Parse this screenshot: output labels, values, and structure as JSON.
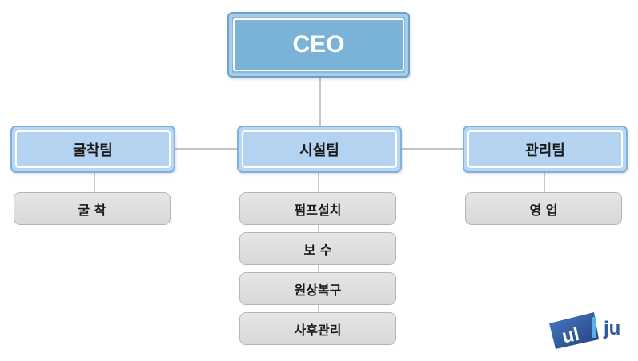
{
  "ceo": {
    "label": "CEO"
  },
  "teams": [
    {
      "label": "굴착팀"
    },
    {
      "label": "시설팀"
    },
    {
      "label": "관리팀"
    }
  ],
  "tasks": {
    "excavation": [
      {
        "label": "굴 착"
      }
    ],
    "facility": [
      {
        "label": "펌프설치"
      },
      {
        "label": "보 수"
      },
      {
        "label": "원상복구"
      },
      {
        "label": "사후관리"
      }
    ],
    "management": [
      {
        "label": "영 업"
      }
    ]
  },
  "logo": {
    "part1": "ul",
    "part2": "ju"
  },
  "colors": {
    "ceo_fill": "#7ab3d7",
    "team_fill": "#b3d3f1",
    "task_fill": "#dcdcdc",
    "logo_blue": "#2d5aa0"
  }
}
